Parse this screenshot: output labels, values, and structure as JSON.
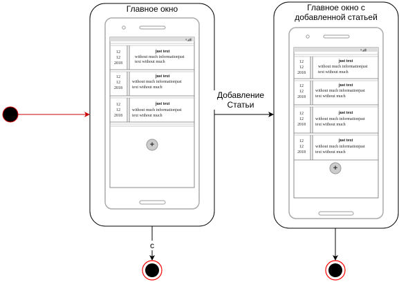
{
  "states": {
    "main_window": {
      "title": "Главное окно"
    },
    "main_window_with_article": {
      "title": "Главное окно с\nдобавленной статьей"
    }
  },
  "transitions": {
    "add_article": "Добавление\nСтатьи",
    "exit_label": "с"
  },
  "article": {
    "day": "12",
    "month": "12",
    "year": "2018",
    "title": "just text",
    "body_line1": "without much informationjust",
    "body_line2": "text without much"
  },
  "fab_symbol": "+",
  "colors": {
    "stroke": "#000000",
    "phone_stroke": "#aaaaaa",
    "initial_arrow": "#cc0000",
    "final_ring": "#ff0000",
    "fab_fill": "#cccccc",
    "status_bar": "#dddddd"
  }
}
